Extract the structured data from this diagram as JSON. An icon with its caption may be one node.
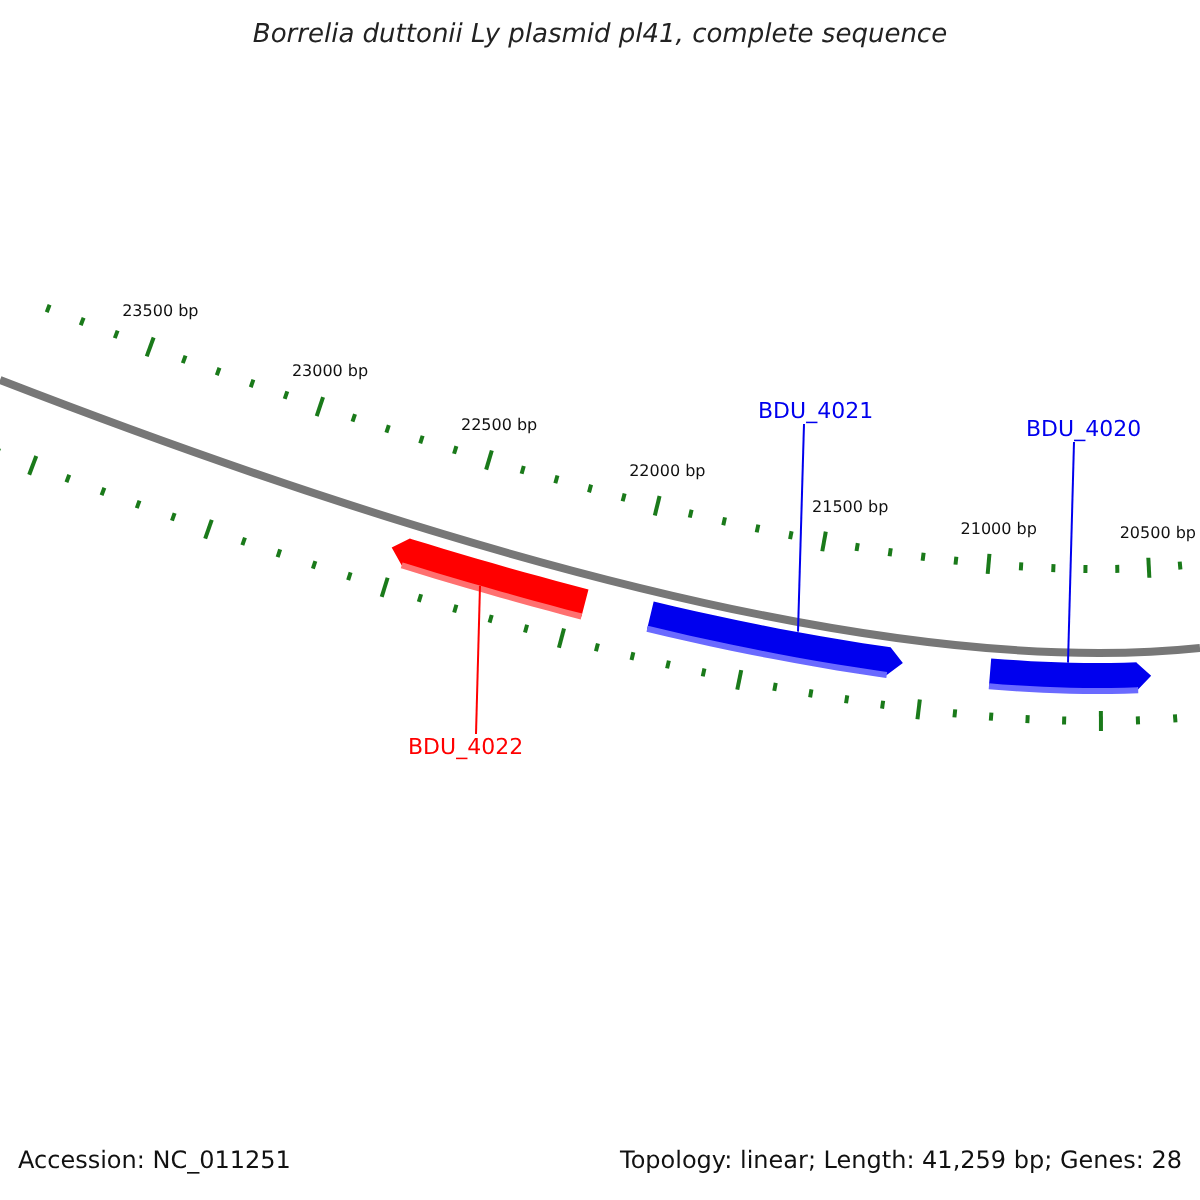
{
  "diagram": {
    "title": "Borrelia duttonii Ly plasmid pl41, complete sequence",
    "nodes": [
      {
        "text": [
          "BDU_4021"
        ]
      },
      {
        "text": [
          "BDU_4020"
        ]
      },
      {
        "text": [],
        "shape": "bar"
      },
      {
        "text": [],
        "shape": "bar"
      },
      {
        "text": [],
        "shape": "bar"
      },
      {
        "text": [
          "BDU_4022"
        ]
      }
    ],
    "edges": [
      {
        "from": 0,
        "to": 3,
        "arrow": "none"
      },
      {
        "from": 1,
        "to": 4,
        "arrow": "none"
      },
      {
        "from": 5,
        "to": 2,
        "arrow": "none",
        "color": "#ff0000"
      }
    ],
    "labels": [
      "23500 bp",
      "23000 bp",
      "22500 bp",
      "22000 bp",
      "21500 bp",
      "21000 bp",
      "20500 bp",
      "Accession: NC_011251",
      "Topology: linear; Length: 41,259 bp; Genes: 28"
    ]
  }
}
